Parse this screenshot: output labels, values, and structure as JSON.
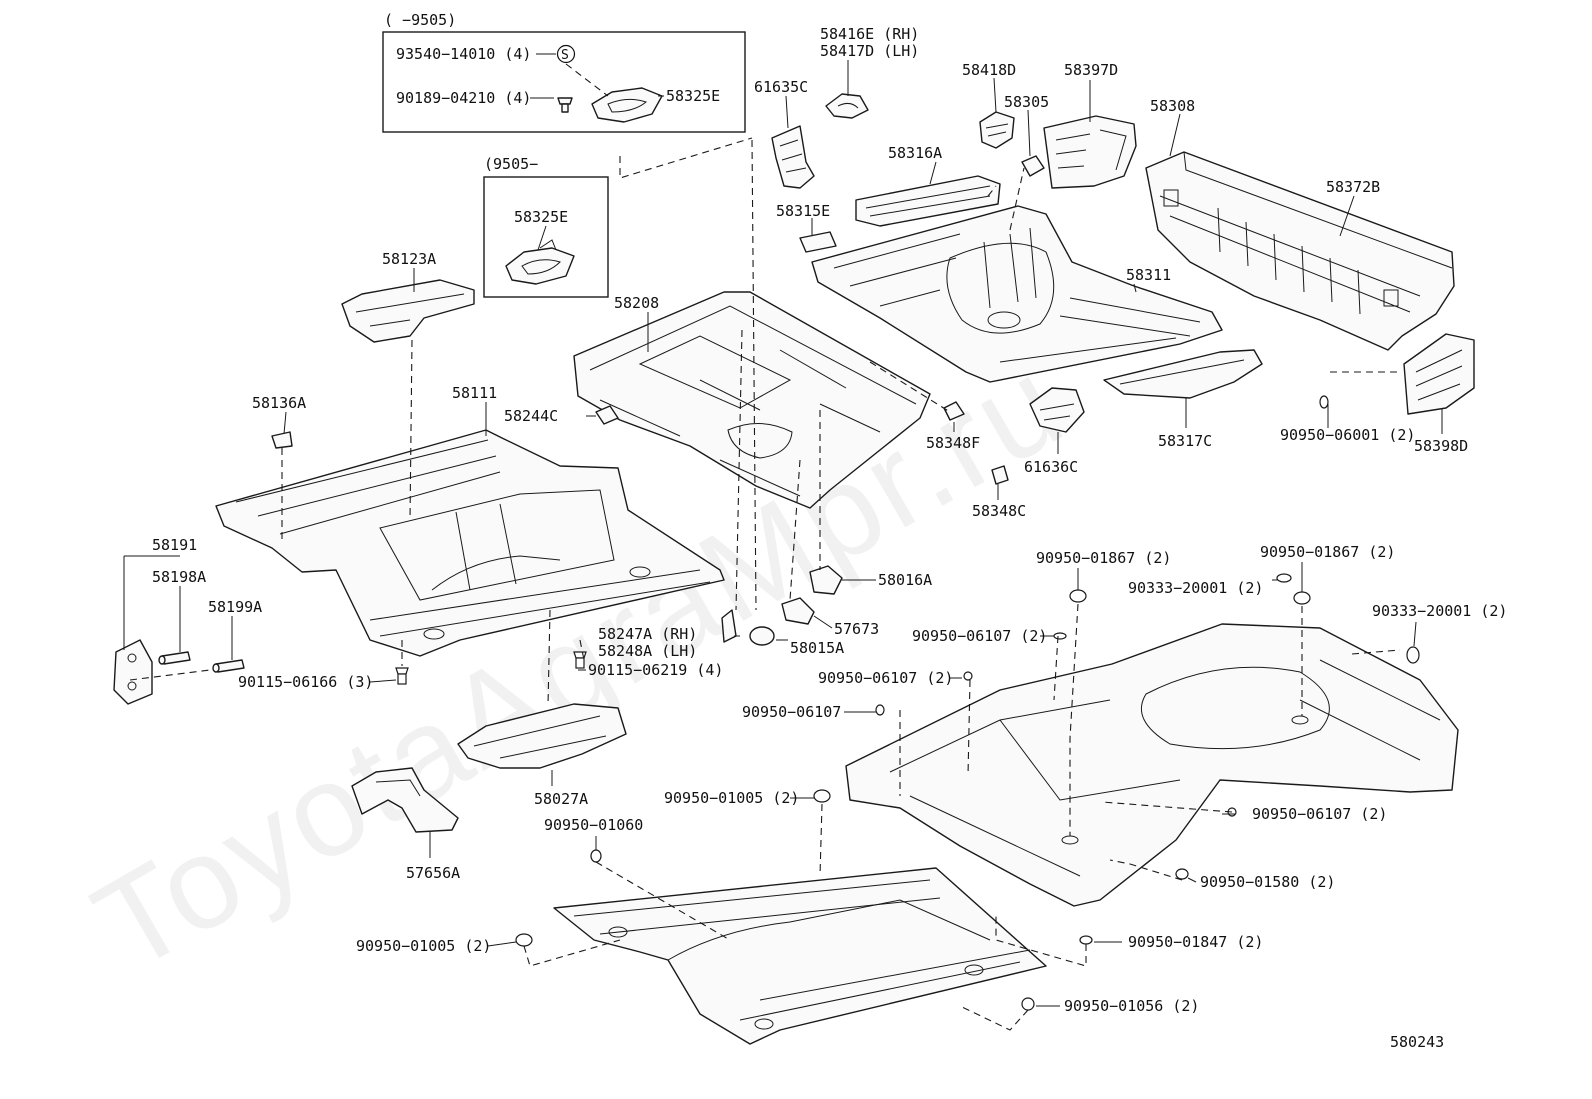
{
  "watermark": "ToyotaAgraMpr.ru",
  "diagram_id": "580243",
  "box_top": {
    "header": "(         −9505)",
    "s_symbol": "S"
  },
  "box_mid": {
    "header": "(9505−"
  },
  "labels": [
    {
      "id": "93540-14010",
      "text": "93540−14010 (4)"
    },
    {
      "id": "90189-04210",
      "text": "90189−04210 (4)"
    },
    {
      "id": "58325E-a",
      "text": "58325E"
    },
    {
      "id": "58325E-b",
      "text": "58325E"
    },
    {
      "id": "58416E",
      "text": "58416E (RH)"
    },
    {
      "id": "58417D",
      "text": "58417D (LH)"
    },
    {
      "id": "58418D",
      "text": "58418D"
    },
    {
      "id": "58397D",
      "text": "58397D"
    },
    {
      "id": "58305",
      "text": "58305"
    },
    {
      "id": "58308",
      "text": "58308"
    },
    {
      "id": "61635C",
      "text": "61635C"
    },
    {
      "id": "58316A",
      "text": "58316A"
    },
    {
      "id": "58315E",
      "text": "58315E"
    },
    {
      "id": "58372B",
      "text": "58372B"
    },
    {
      "id": "58123A",
      "text": "58123A"
    },
    {
      "id": "58208",
      "text": "58208"
    },
    {
      "id": "58311",
      "text": "58311"
    },
    {
      "id": "58136A",
      "text": "58136A"
    },
    {
      "id": "58111",
      "text": "58111"
    },
    {
      "id": "58244C",
      "text": "58244C"
    },
    {
      "id": "58348F",
      "text": "58348F"
    },
    {
      "id": "61636C",
      "text": "61636C"
    },
    {
      "id": "58317C",
      "text": "58317C"
    },
    {
      "id": "90950-06001",
      "text": "90950−06001 (2)"
    },
    {
      "id": "58398D",
      "text": "58398D"
    },
    {
      "id": "58348C",
      "text": "58348C"
    },
    {
      "id": "58191",
      "text": "58191"
    },
    {
      "id": "58198A",
      "text": "58198A"
    },
    {
      "id": "58199A",
      "text": "58199A"
    },
    {
      "id": "58016A",
      "text": "58016A"
    },
    {
      "id": "90950-01867-a",
      "text": "90950−01867 (2)"
    },
    {
      "id": "90950-01867-b",
      "text": "90950−01867 (2)"
    },
    {
      "id": "90333-20001-a",
      "text": "90333−20001 (2)"
    },
    {
      "id": "90333-20001-b",
      "text": "90333−20001 (2)"
    },
    {
      "id": "57673",
      "text": "57673"
    },
    {
      "id": "58247A",
      "text": "58247A (RH)"
    },
    {
      "id": "58248A",
      "text": "58248A (LH)"
    },
    {
      "id": "58015A",
      "text": "58015A"
    },
    {
      "id": "90950-06107-a",
      "text": "90950−06107 (2)"
    },
    {
      "id": "90115-06219",
      "text": "90115−06219 (4)"
    },
    {
      "id": "90115-06166",
      "text": "90115−06166 (3)"
    },
    {
      "id": "90950-06107-b",
      "text": "90950−06107 (2)"
    },
    {
      "id": "90950-06107-c",
      "text": "90950−06107"
    },
    {
      "id": "58027A",
      "text": "58027A"
    },
    {
      "id": "90950-01005-a",
      "text": "90950−01005 (2)"
    },
    {
      "id": "90950-06107-d",
      "text": "90950−06107 (2)"
    },
    {
      "id": "90950-01060",
      "text": "90950−01060"
    },
    {
      "id": "57656A",
      "text": "57656A"
    },
    {
      "id": "90950-01580",
      "text": "90950−01580 (2)"
    },
    {
      "id": "90950-01005-b",
      "text": "90950−01005 (2)"
    },
    {
      "id": "90950-01847",
      "text": "90950−01847 (2)"
    },
    {
      "id": "90950-01056",
      "text": "90950−01056 (2)"
    }
  ]
}
